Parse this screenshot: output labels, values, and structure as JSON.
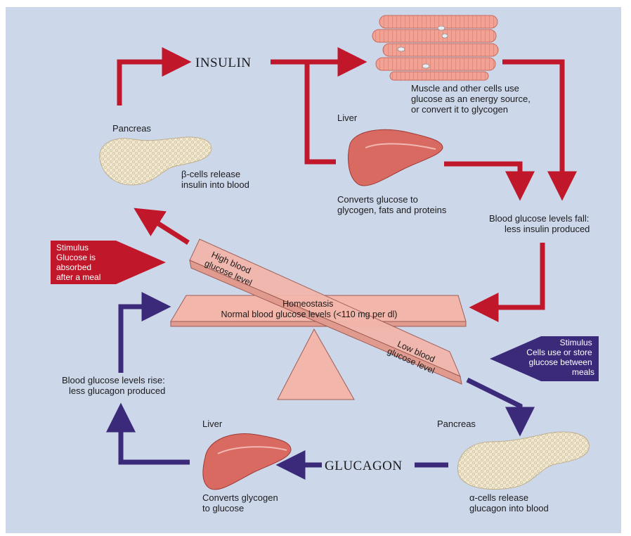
{
  "top": {
    "insulin": "INSULIN",
    "muscle_caption": [
      "Muscle and other cells use",
      "glucose as an energy source,",
      "or convert it to glycogen"
    ],
    "pancreas_top_title": "Pancreas",
    "beta_caption": [
      "β-cells release",
      "insulin into blood"
    ],
    "liver_top_title": "Liver",
    "liver_top_caption": [
      "Converts glucose to",
      "glycogen, fats and proteins"
    ],
    "fall_caption": [
      "Blood glucose levels fall:",
      "less insulin produced"
    ]
  },
  "center": {
    "stimulus_high": [
      "Stimulus",
      "Glucose is",
      "absorbed",
      "after a meal"
    ],
    "high_level": [
      "High blood",
      "glucose level"
    ],
    "homeostasis": [
      "Homeostasis",
      "Normal blood glucose levels (<110 mg per dl)"
    ],
    "low_level": [
      "Low blood",
      "glucose level"
    ],
    "stimulus_low": [
      "Stimulus",
      "Cells use or store",
      "glucose between",
      "meals"
    ]
  },
  "bottom": {
    "rise_caption": [
      "Blood glucose levels rise:",
      "less glucagon produced"
    ],
    "liver_bottom_title": "Liver",
    "liver_bottom_caption": [
      "Converts glycogen",
      "to glucose"
    ],
    "glucagon": "GLUCAGON",
    "pancreas_bottom_title": "Pancreas",
    "alpha_caption": [
      "α-cells release",
      "glucagon into blood"
    ]
  },
  "colors": {
    "background": "#cdd7ea",
    "red_arrow": "#c0172a",
    "purple_arrow": "#3b2a7a",
    "seesaw": "#f2b6ab",
    "seesaw_edge": "#9e5c55",
    "liver": "#d86a61",
    "pancreas": "#f1e8cf",
    "muscle": "#f0a395"
  }
}
